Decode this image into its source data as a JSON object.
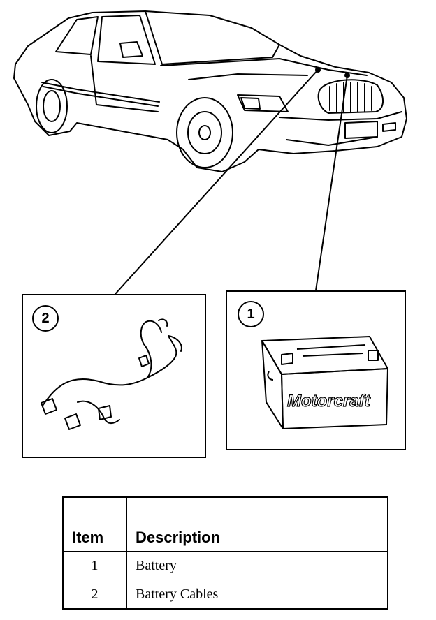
{
  "callouts": [
    {
      "number": "2"
    },
    {
      "number": "1",
      "battery_brand": "Motorcraft"
    }
  ],
  "legend": {
    "headers": {
      "item": "Item",
      "description": "Description"
    },
    "rows": [
      {
        "item": "1",
        "description": "Battery"
      },
      {
        "item": "2",
        "description": "Battery Cables"
      }
    ]
  }
}
